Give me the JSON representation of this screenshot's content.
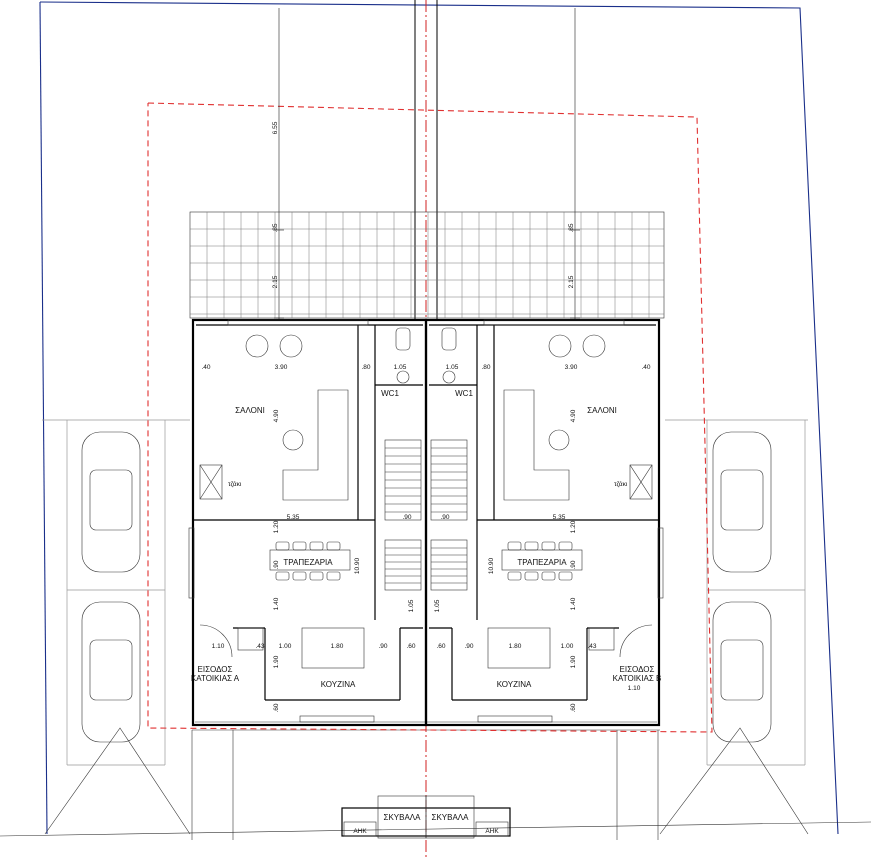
{
  "rooms": {
    "living": "ΣΑΛΟΝΙ",
    "wc": "WC1",
    "dining": "ΤΡΑΠΕΖΑΡΙΑ",
    "kitchen": "ΚΟΥΖΙΝΑ",
    "fireplace": "τζάκι",
    "bins": "ΣΚΥΒΑΛΑ",
    "ahk": "ΑΗΚ"
  },
  "entrances": {
    "a_line1": "ΕΙΣΟΔΟΣ",
    "a_line2": "ΚΑΤΟΙΚΙΑΣ Α",
    "b_line1": "ΕΙΣΟΔΟΣ",
    "b_line2": "ΚΑΤΟΙΚΙΑΣ Β"
  },
  "dims": {
    "d655": "6.55",
    "d85": ".85",
    "d215": "2.15",
    "d40": ".40",
    "d390": "3.90",
    "d80": ".80",
    "d105": "1.05",
    "d490": "4.90",
    "d535": "5.35",
    "d120": "1.20",
    "d90": ".90",
    "d1090": "10.90",
    "d140": "1.40",
    "d110": "1.10",
    "d43": ".43",
    "d100": "1.00",
    "d180": "1.80",
    "d60": ".60",
    "d190": "1.90"
  }
}
